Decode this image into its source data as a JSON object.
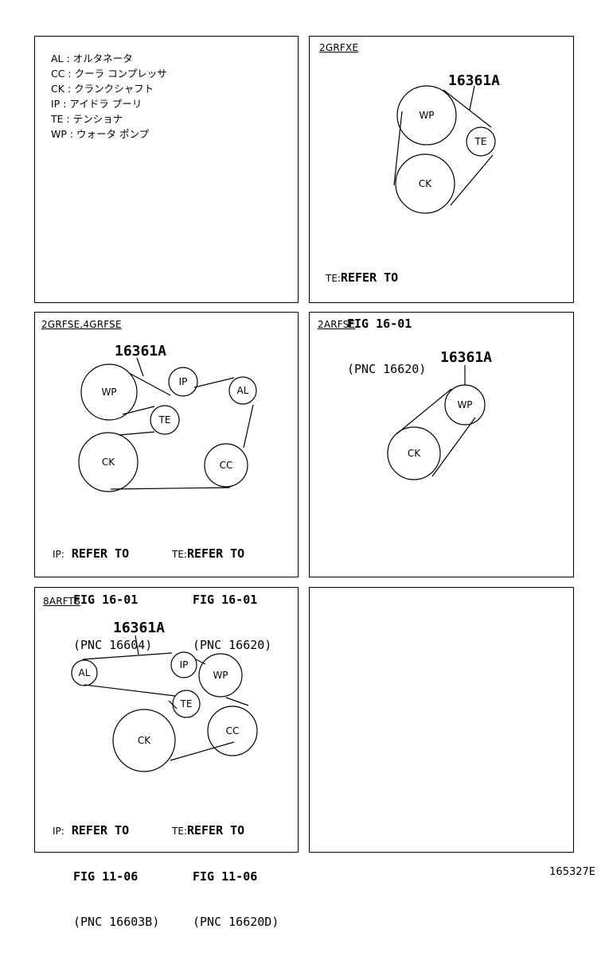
{
  "legend": [
    "AL : オルタネータ",
    "CC : クーラ コンプレッサ",
    "CK : クランクシャフト",
    "IP : アイドラ プーリ",
    "TE : テンショナ",
    "WP : ウォータ ポンプ"
  ],
  "panel_2grfxe": {
    "engine": "2GRFXE",
    "part": "16361A",
    "pulleys": {
      "wp": "WP",
      "te": "TE",
      "ck": "CK"
    },
    "note": {
      "key": "TE:",
      "l1": "REFER TO",
      "l2": "FIG 16-01",
      "l3": "(PNC 16620)"
    }
  },
  "panel_2grfse": {
    "engine": "2GRFSE,4GRFSE",
    "part": "16361A",
    "pulleys": {
      "wp": "WP",
      "ip": "IP",
      "al": "AL",
      "te": "TE",
      "ck": "CK",
      "cc": "CC"
    },
    "note_ip": {
      "key": "IP:",
      "l1": "REFER TO",
      "l2": "FIG 16-01",
      "l3": "(PNC 16604)"
    },
    "note_te": {
      "key": "TE:",
      "l1": "REFER TO",
      "l2": "FIG 16-01",
      "l3": "(PNC 16620)"
    }
  },
  "panel_2arfse": {
    "engine": "2ARFSE",
    "part": "16361A",
    "pulleys": {
      "wp": "WP",
      "ck": "CK"
    }
  },
  "panel_8arfts": {
    "engine": "8ARFTS",
    "part": "16361A",
    "pulleys": {
      "al": "AL",
      "ip": "IP",
      "wp": "WP",
      "te": "TE",
      "ck": "CK",
      "cc": "CC"
    },
    "note_ip": {
      "key": "IP:",
      "l1": "REFER TO",
      "l2": "FIG 11-06",
      "l3": "(PNC 16603B)"
    },
    "note_te": {
      "key": "TE:",
      "l1": "REFER TO",
      "l2": "FIG 11-06",
      "l3": "(PNC 16620D)"
    }
  },
  "figure_ref": "165327E"
}
